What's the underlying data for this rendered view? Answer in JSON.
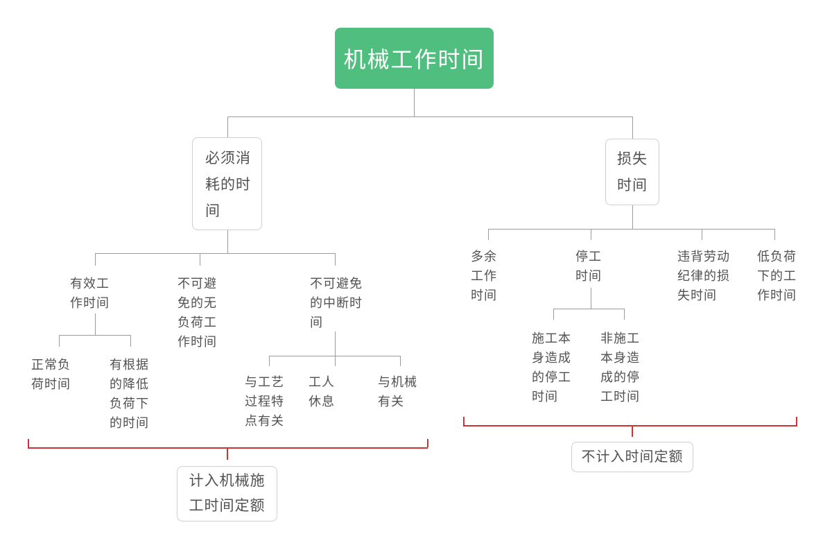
{
  "colors": {
    "root_background": "#4fbe7e",
    "connector_line": "#9b9b9b",
    "bracket_line": "#cc3333",
    "box_border": "#cfcfcf",
    "text": "#515151"
  },
  "nodes": {
    "root": "机械工作时间",
    "must_consume": "必须消\n耗的时\n间",
    "loss": "损失\n时间",
    "effective_work": "有效工\n作时间",
    "unavoidable_no_load": "不可避\n免的无\n负荷工\n作时间",
    "unavoidable_interrupt": "不可避免\n的中断时\n间",
    "normal_load": "正常负\n荷时间",
    "justified_lower_load": "有根据\n的降低\n负荷下\n的时间",
    "process_feature": "与工艺\n过程特\n点有关",
    "worker_rest": "工人\n休息",
    "machine_related": "与机械\n有关",
    "redundant_work": "多余\n工作\n时间",
    "downtime": "停工\n时间",
    "discipline_loss": "违背劳动\n纪律的损\n失时间",
    "low_load_work": "低负荷\n下的工\n作时间",
    "construction_downtime": "施工本\n身造成\n的停工\n时间",
    "non_construction_downtime": "非施工\n本身造\n成的停\n工时间"
  },
  "annotations": {
    "included": "计入机械施\n工时间定额",
    "excluded": "不计入时间定额"
  }
}
